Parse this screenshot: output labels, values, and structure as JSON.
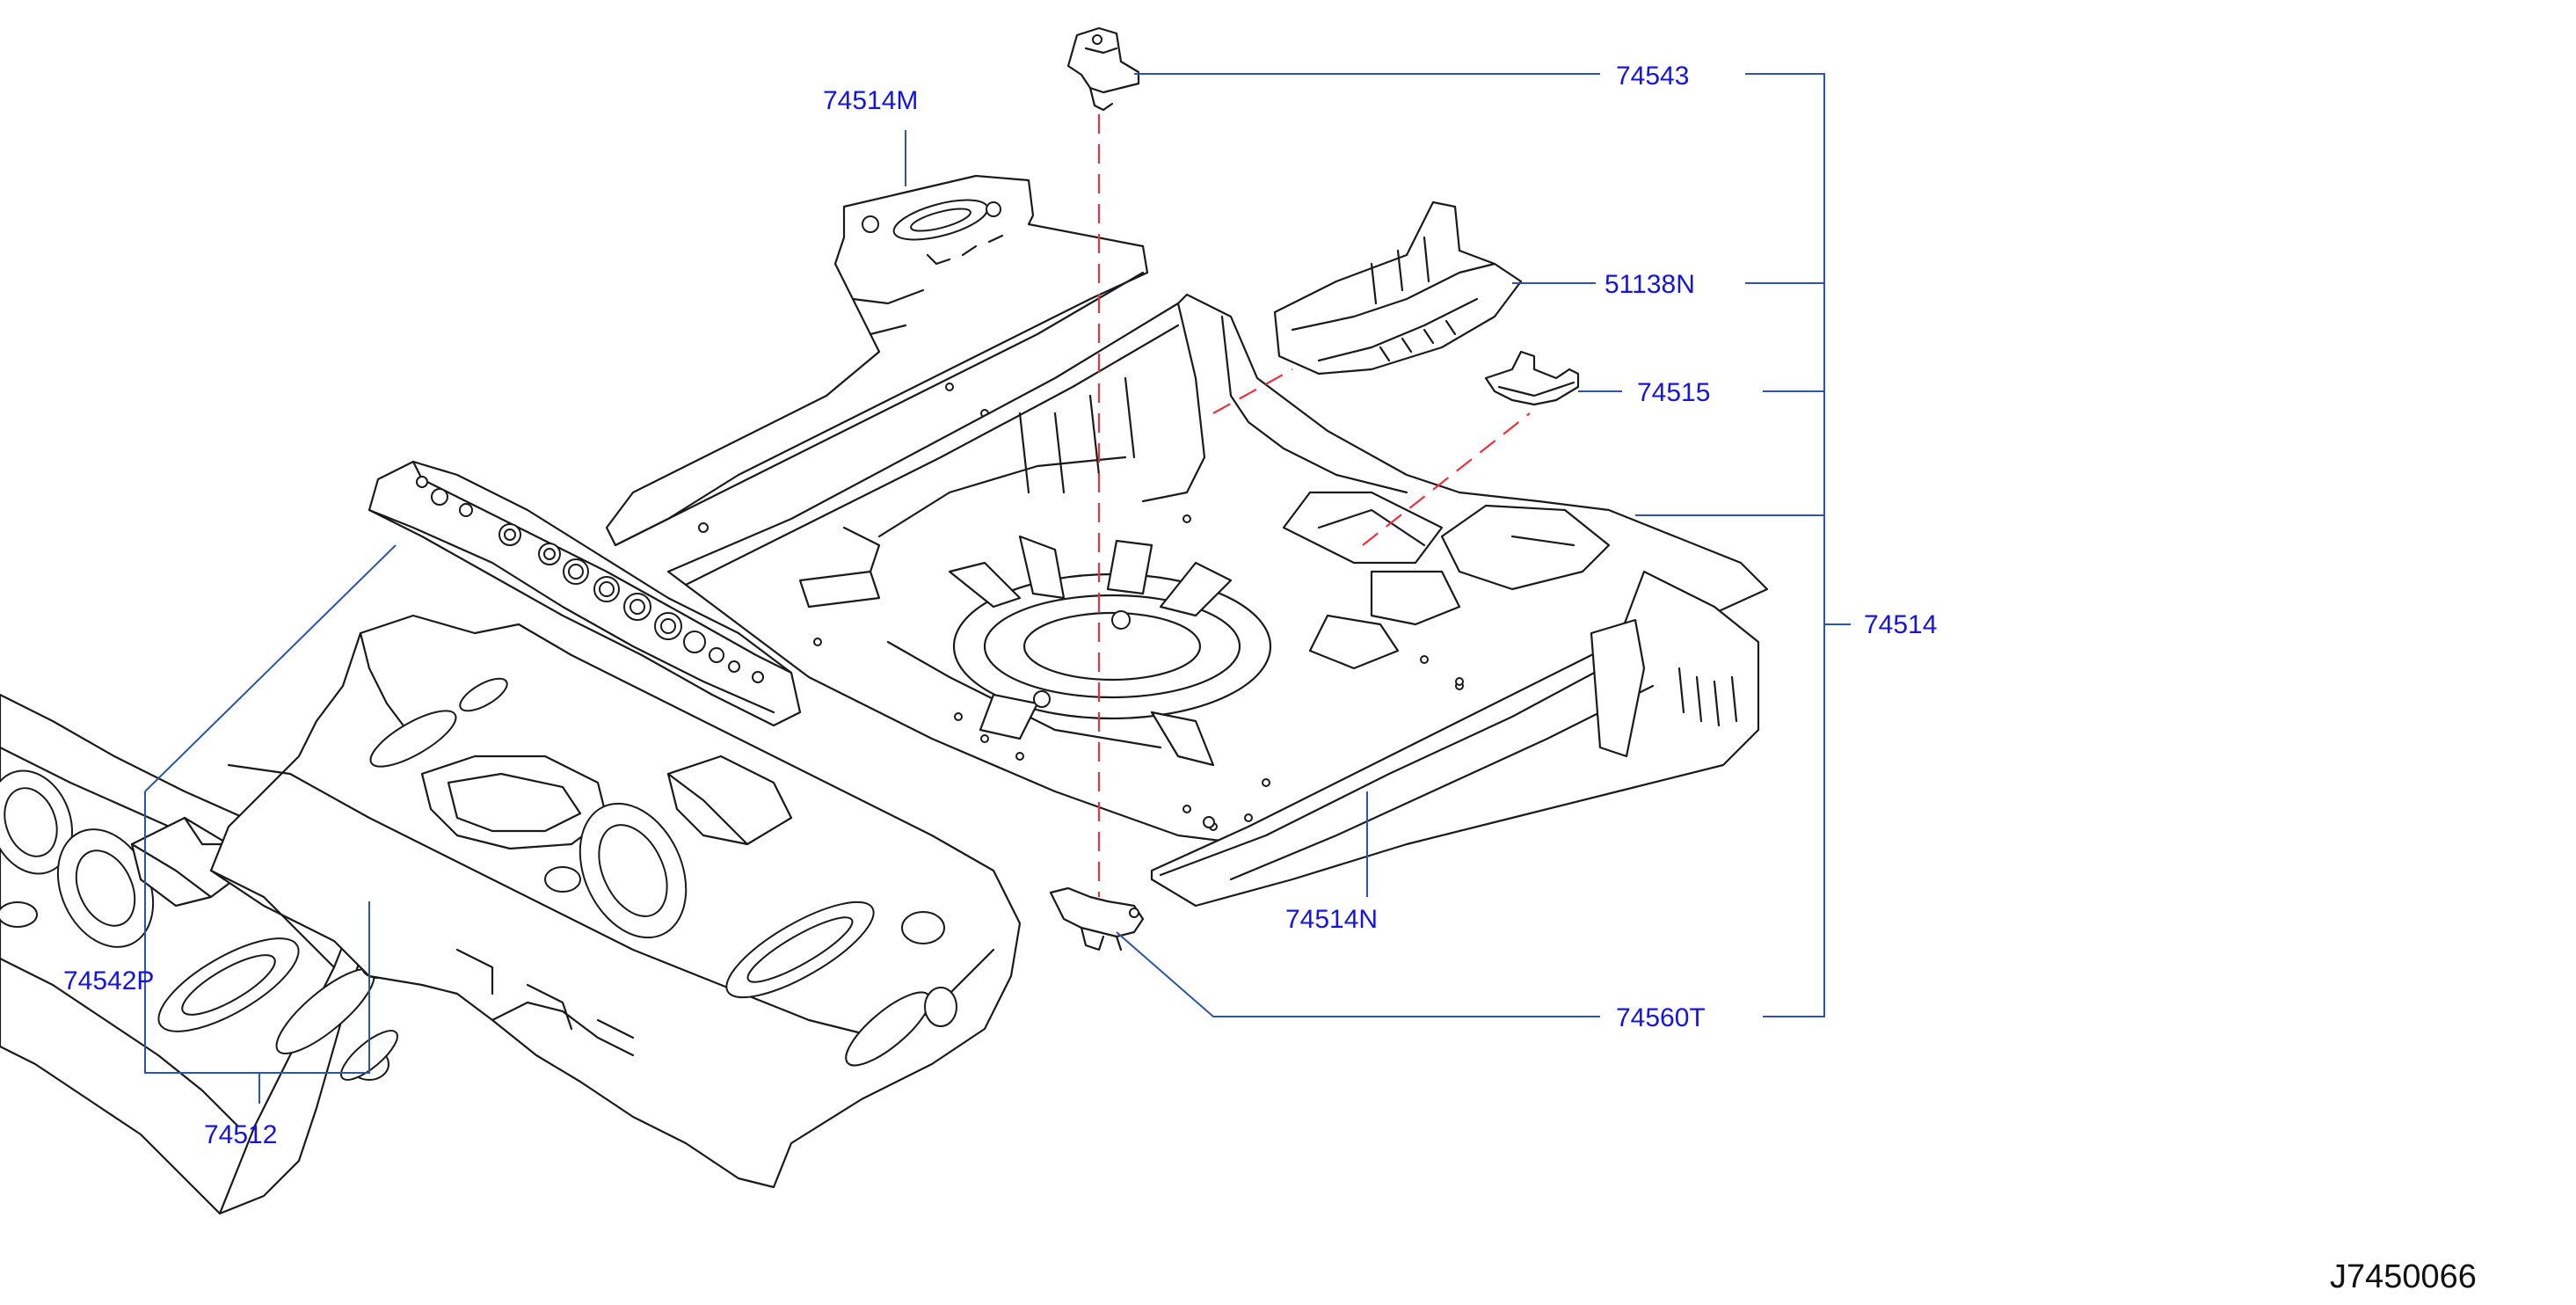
{
  "diagram": {
    "id_label": "J7450066",
    "callouts": {
      "p74543": "74543",
      "p74514M": "74514M",
      "p51138N": "51138N",
      "p74515": "74515",
      "p74514": "74514",
      "p74514N": "74514N",
      "p74560T": "74560T",
      "p74542P": "74542P",
      "p74512": "74512"
    },
    "colors": {
      "callout_text": "#1414e0",
      "leader_lines": "#2c55a8",
      "reference_dashes": "#e8323c",
      "part_outline": "#1a1a1a"
    }
  }
}
